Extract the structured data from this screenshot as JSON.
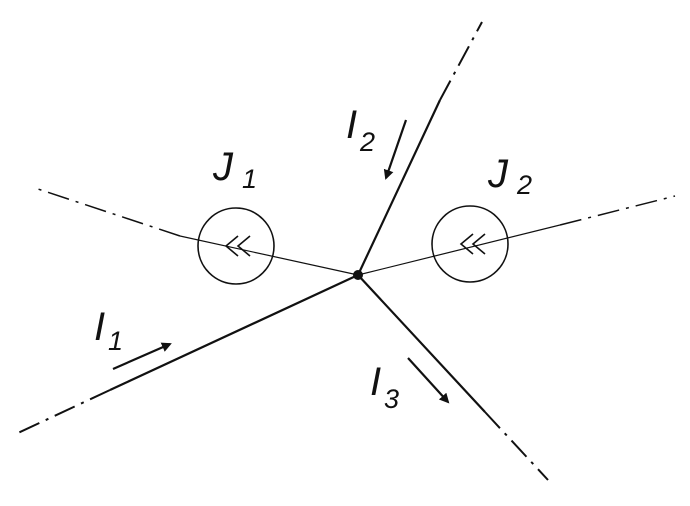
{
  "labels": {
    "i1": {
      "main": "I",
      "sub": "1"
    },
    "i2": {
      "main": "I",
      "sub": "2"
    },
    "i3": {
      "main": "I",
      "sub": "3"
    },
    "j1": {
      "main": "J",
      "sub": "1"
    },
    "j2": {
      "main": "J",
      "sub": "2"
    }
  },
  "colors": {
    "ink": "#111111",
    "background": "#ffffff"
  }
}
